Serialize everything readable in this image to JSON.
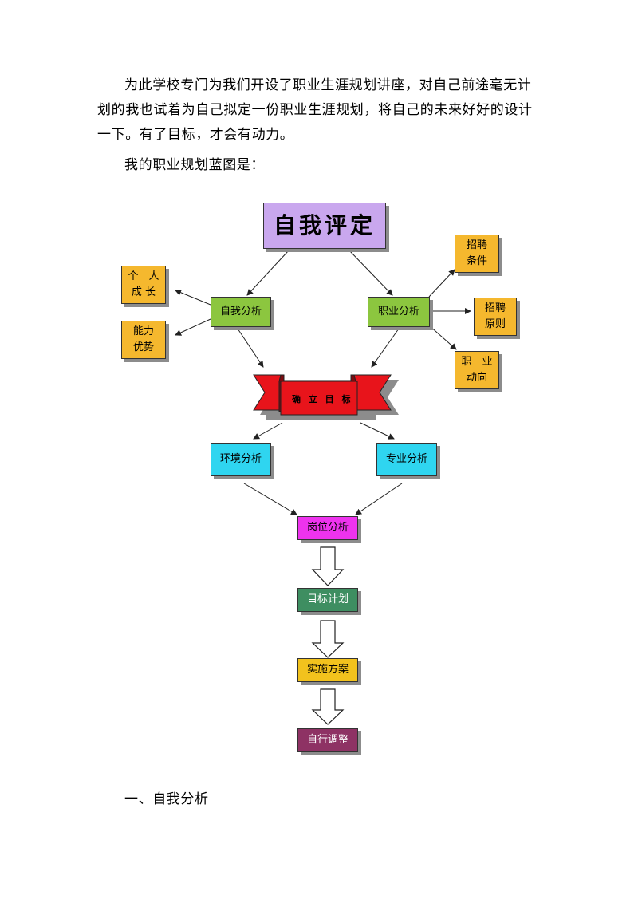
{
  "intro": {
    "paragraph": "为此学校专门为我们开设了职业生涯规划讲座，对自己前途毫无计划的我也试着为自己拟定一份职业生涯规划，将自己的未来好好的设计一下。有了目标，才会有动力。",
    "blueprint_line": "我的职业规划蓝图是："
  },
  "diagram": {
    "top": "自我评定",
    "self_analysis": "自我分析",
    "career_analysis": "职业分析",
    "personal_growth": [
      "个　人",
      "成 长"
    ],
    "ability_strength": [
      "能力",
      "优势"
    ],
    "hiring_conditions": [
      "招聘",
      "条件"
    ],
    "hiring_principles": [
      "招聘",
      "原则"
    ],
    "career_trends": [
      "职　业",
      "动向"
    ],
    "goal_banner": "确 立 目 标",
    "environment_analysis": "环境分析",
    "major_analysis": "专业分析",
    "position_analysis": "岗位分析",
    "goal_plan": "目标计划",
    "implementation": "实施方案",
    "self_adjust": "自行调整"
  },
  "section": {
    "heading": "一、自我分析"
  },
  "colors": {
    "lavender": "#c9a7ee",
    "green": "#8cc63f",
    "orange": "#f5b82e",
    "cyan": "#2fd5f0",
    "magenta": "#ee33ee",
    "dark_green": "#3e8e61",
    "yellow": "#f2c21d",
    "maroon": "#8e3264",
    "red": "#e8141b"
  }
}
